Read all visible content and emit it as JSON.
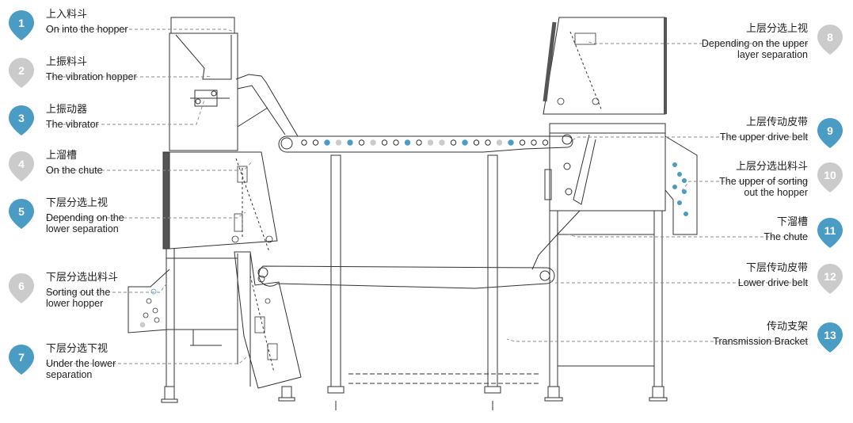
{
  "colors": {
    "active": "#4a9cc4",
    "inactive": "#cbcbcb",
    "line": "#333333",
    "leader": "#8a8a8a"
  },
  "callouts": [
    {
      "num": "1",
      "zh": "上入料斗",
      "en": [
        "On into the hopper"
      ],
      "side": "left",
      "state": "active"
    },
    {
      "num": "2",
      "zh": "上振料斗",
      "en": [
        "The vibration hopper"
      ],
      "side": "left",
      "state": "inactive"
    },
    {
      "num": "3",
      "zh": "上振动器",
      "en": [
        "The vibrator"
      ],
      "side": "left",
      "state": "active"
    },
    {
      "num": "4",
      "zh": "上溜槽",
      "en": [
        "On the chute"
      ],
      "side": "left",
      "state": "inactive"
    },
    {
      "num": "5",
      "zh": "下层分选上视",
      "en": [
        "Depending on the",
        "lower separation"
      ],
      "side": "left",
      "state": "active"
    },
    {
      "num": "6",
      "zh": "下层分选出料斗",
      "en": [
        "Sorting out the",
        "lower hopper"
      ],
      "side": "left",
      "state": "inactive"
    },
    {
      "num": "7",
      "zh": "下层分选下视",
      "en": [
        "Under the lower",
        "separation"
      ],
      "side": "left",
      "state": "active"
    },
    {
      "num": "8",
      "zh": "上层分选上视",
      "en": [
        "Depending on the upper",
        "layer separation"
      ],
      "side": "right",
      "state": "inactive"
    },
    {
      "num": "9",
      "zh": "上层传动皮带",
      "en": [
        "The upper drive belt"
      ],
      "side": "right",
      "state": "active"
    },
    {
      "num": "10",
      "zh": "上层分选出料斗",
      "en": [
        "The upper of sorting",
        "out the hopper"
      ],
      "side": "right",
      "state": "inactive"
    },
    {
      "num": "11",
      "zh": "下溜槽",
      "en": [
        "The chute"
      ],
      "side": "right",
      "state": "active"
    },
    {
      "num": "12",
      "zh": "下层传动皮带",
      "en": [
        "Lower drive belt"
      ],
      "side": "right",
      "state": "inactive"
    },
    {
      "num": "13",
      "zh": "传动支架",
      "en": [
        "Transmission Bracket"
      ],
      "side": "right",
      "state": "active"
    }
  ]
}
